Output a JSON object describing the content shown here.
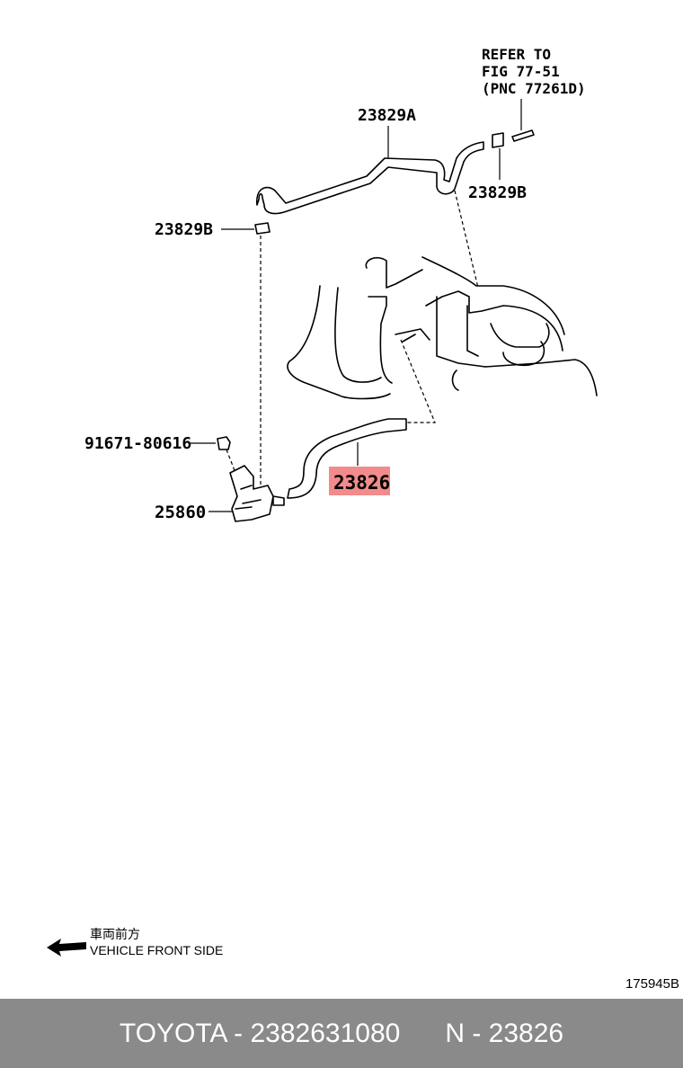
{
  "callouts": {
    "refer": [
      "REFER TO",
      "FIG 77-51",
      "(PNC 77261D)"
    ],
    "hose_upper": "23829A",
    "clip_right": "23829B",
    "clip_left": "23829B",
    "bolt": "91671-80616",
    "valve": "25860",
    "hose_target": "23826"
  },
  "front_indicator": {
    "japanese": "車両前方",
    "english": "VEHICLE FRONT SIDE"
  },
  "figure_number": "175945B",
  "footer": {
    "brand_part": "TOYOTA - 2382631080",
    "ref": "N - 23826"
  },
  "colors": {
    "highlight_fill": "#f28b8b",
    "highlight_text": "#8b0000",
    "footer_bg": "#8a8a8a"
  }
}
